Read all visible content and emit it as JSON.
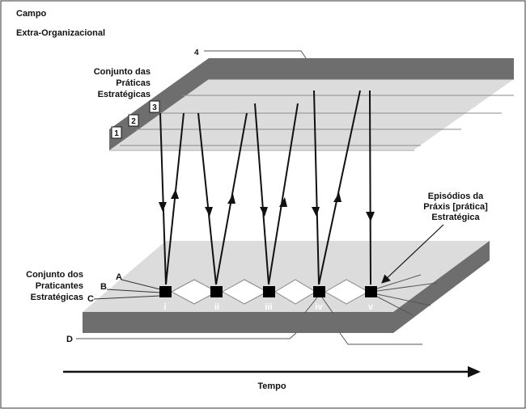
{
  "labels": {
    "campo_line1": "Campo",
    "campo_line2": "Extra-Organizacional",
    "praticas_line1": "Conjunto das",
    "praticas_line2": "Práticas",
    "praticas_line3": "Estratégicas",
    "praticantes_line1": "Conjunto dos",
    "praticantes_line2": "Praticantes",
    "praticantes_line3": "Estratégicas",
    "episodios_line1": "Episódios da",
    "episodios_line2": "Práxis [prática]",
    "episodios_line3": "Estratégica",
    "tempo": "Tempo"
  },
  "layer_numbers": [
    "1",
    "2",
    "3",
    "4"
  ],
  "level_letters": [
    "A",
    "B",
    "C",
    "D"
  ],
  "episodes": [
    "i",
    "ii",
    "iii",
    "iv",
    "v"
  ],
  "colors": {
    "slab_edge": "#6e6e6e",
    "slab_top": "#dcdcdc",
    "line": "#111111",
    "marker": "#000000",
    "frame": "#333333"
  }
}
